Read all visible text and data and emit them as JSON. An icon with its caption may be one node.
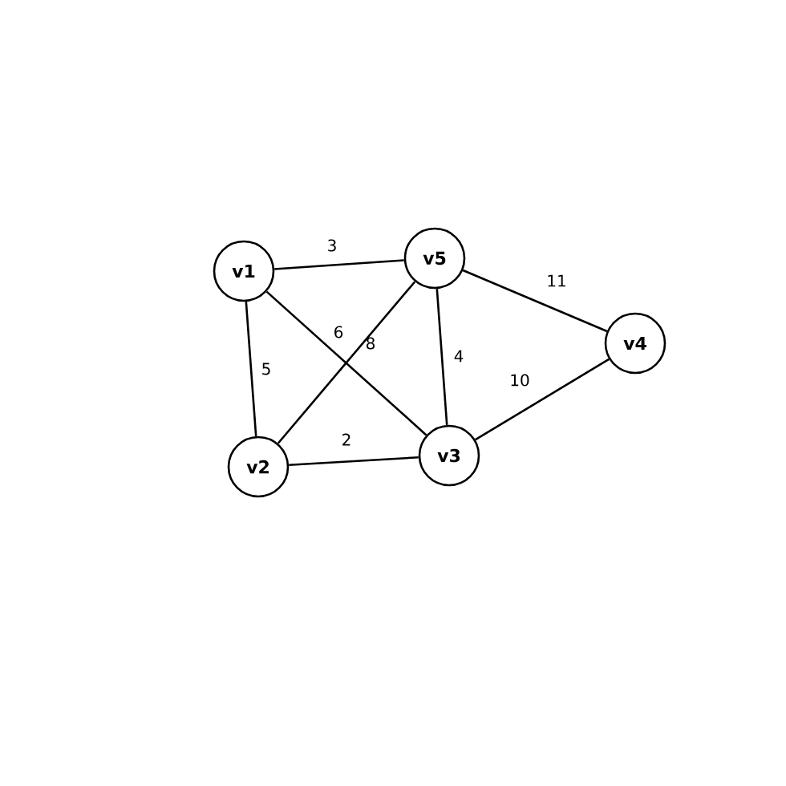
{
  "diagram": {
    "nodes": [
      {
        "text": [
          "v1"
        ]
      },
      {
        "text": [
          "v5"
        ]
      },
      {
        "text": [
          "v4"
        ]
      },
      {
        "text": [
          "v2"
        ]
      },
      {
        "text": [
          "v3"
        ]
      }
    ],
    "edges": [
      {
        "from": 0,
        "to": 1,
        "arrow": "none",
        "label": "3"
      },
      {
        "from": 0,
        "to": 3,
        "arrow": "none",
        "label": "5"
      },
      {
        "from": 0,
        "to": 4,
        "arrow": "none",
        "label": "6"
      },
      {
        "from": 3,
        "to": 1,
        "arrow": "none",
        "label": "8"
      },
      {
        "from": 1,
        "to": 4,
        "arrow": "none",
        "label": "4"
      },
      {
        "from": 1,
        "to": 2,
        "arrow": "none",
        "label": "11"
      },
      {
        "from": 3,
        "to": 4,
        "arrow": "none",
        "label": "2"
      },
      {
        "from": 4,
        "to": 2,
        "arrow": "none",
        "label": "10"
      }
    ]
  }
}
